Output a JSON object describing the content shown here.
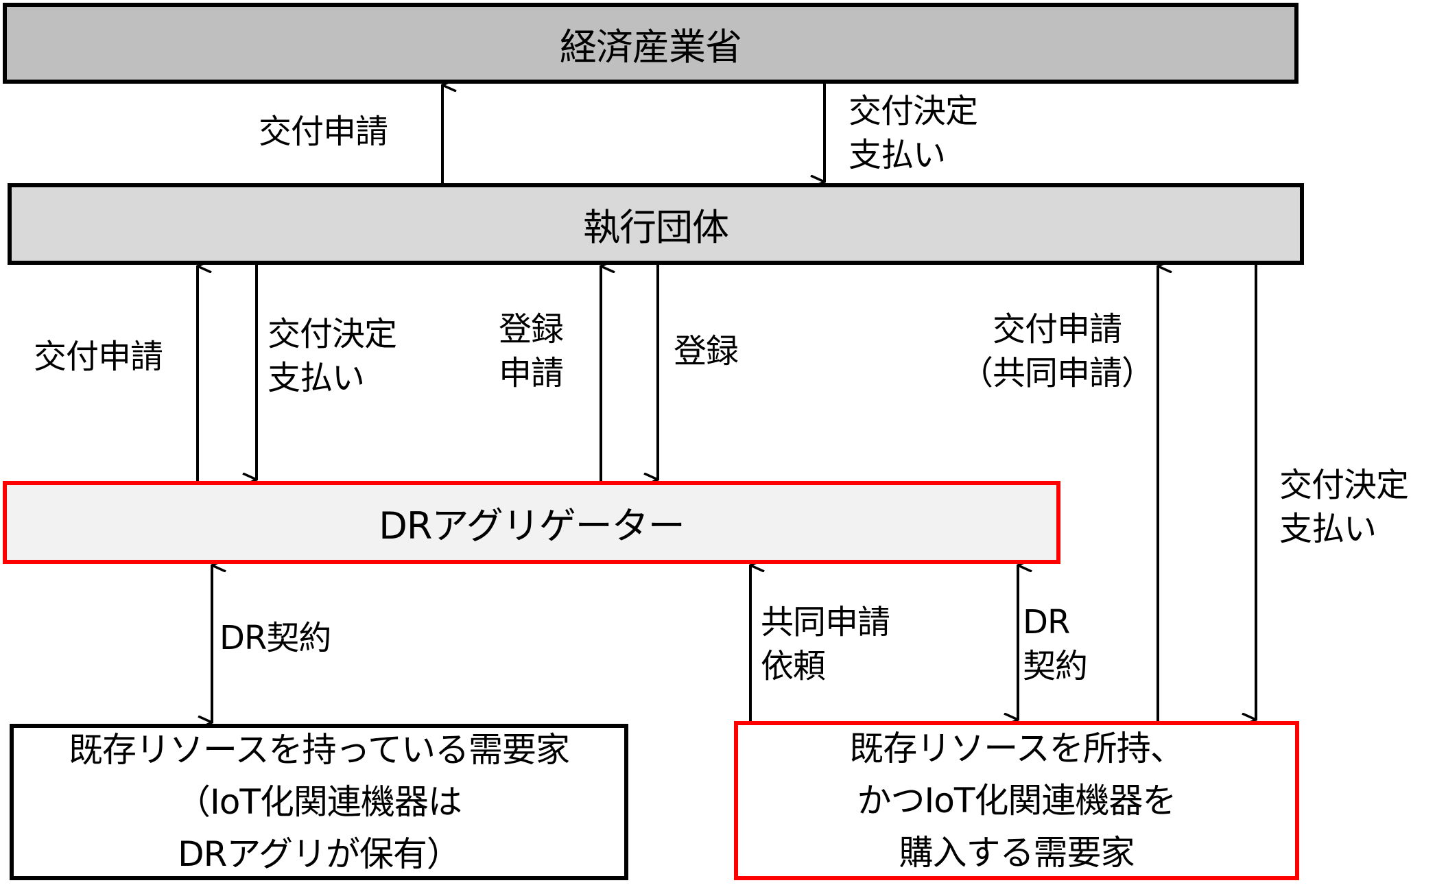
{
  "colors": {
    "meti_fill": "#BFBFBF",
    "exec_fill": "#D9D9D9",
    "aggregator_fill": "#F2F2F2",
    "highlight_border": "#FF0000",
    "border": "#000000"
  },
  "nodes": {
    "meti": "経済産業省",
    "executive_body": "執行団体",
    "dr_aggregator": "DRアグリゲーター",
    "consumer_existing": {
      "line1": "既存リソースを持っている需要家",
      "line2": "（IoT化関連機器は",
      "line3": "DRアグリが保有）"
    },
    "consumer_purchase": {
      "line1": "既存リソースを所持、",
      "line2": "かつIoT化関連機器を",
      "line3": "購入する需要家"
    }
  },
  "edges": {
    "exec_to_meti_apply": "交付申請",
    "meti_to_exec": {
      "line1": "交付決定",
      "line2": "支払い"
    },
    "agg_to_exec_apply": "交付申請",
    "exec_to_agg_decision": {
      "line1": "交付決定",
      "line2": "支払い"
    },
    "agg_to_exec_register_apply": {
      "line1": "登録",
      "line2": "申請"
    },
    "exec_to_agg_register": "登録",
    "consumer_to_exec_apply": {
      "line1": "交付申請",
      "line2": "（共同申請）"
    },
    "exec_to_consumer_decision": {
      "line1": "交付決定",
      "line2": "支払い"
    },
    "agg_consumer_existing_contract": "DR契約",
    "consumer_to_agg_joint_request": {
      "line1": "共同申請",
      "line2": "依頼"
    },
    "agg_consumer_purchase_contract": {
      "line1": "DR",
      "line2": "契約"
    }
  }
}
